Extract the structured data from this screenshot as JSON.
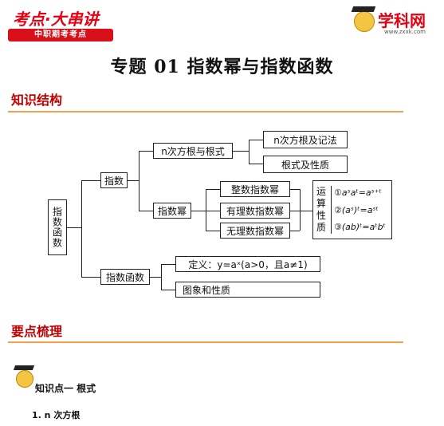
{
  "header": {
    "brand_title": "考点·大串讲",
    "brand_subtitle": "中职期考考点",
    "logo_name": "学科网",
    "logo_url": "www.zxxk.com"
  },
  "doc": {
    "title": "专题 01    指数幂与指数函数",
    "section1": "知识结构",
    "section2": "要点梳理",
    "knowledge_point": "知识点一    根式",
    "item1": "1.  n 次方根"
  },
  "diagram": {
    "root": "指数函数",
    "zhishu": "指数",
    "nthroot": "n次方根与根式",
    "nthroot_note": "n次方根及记法",
    "radical": "根式及性质",
    "power": "指数幂",
    "int_power": "整数指数幂",
    "rat_power": "有理数指数幂",
    "irr_power": "无理数指数幂",
    "ops_label": "运算性质",
    "rule1": "①aˢaᵗ=aˢ⁺ᵗ",
    "rule2": "②(aˢ)ᵗ=aˢᵗ",
    "rule3": "③(ab)ᵗ=aᵗbᵗ",
    "func": "指数函数",
    "def": "定义：y=aˣ(a>0，且a≠1)",
    "graph": "图象和性质"
  }
}
